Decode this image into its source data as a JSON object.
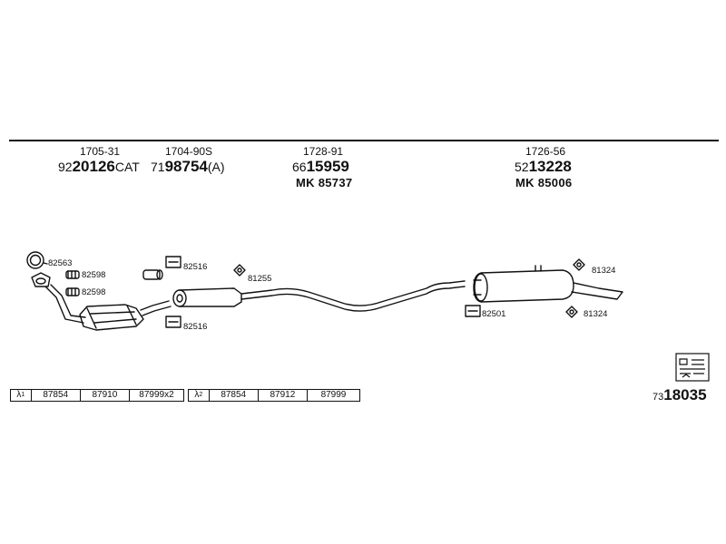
{
  "parts": [
    {
      "number": "1705-31",
      "code_prefix": "92",
      "code_main": "20126",
      "code_suffix": "CAT",
      "mk": ""
    },
    {
      "number": "1704-90S",
      "code_prefix": "71",
      "code_main": "98754",
      "code_suffix": "(A)",
      "mk": ""
    },
    {
      "number": "1728-91",
      "code_prefix": "66",
      "code_main": "15959",
      "code_suffix": "",
      "mk": "MK  85737"
    },
    {
      "number": "1726-56",
      "code_prefix": "52",
      "code_main": "13228",
      "code_suffix": "",
      "mk": "MK  85006"
    }
  ],
  "fittings": [
    "82563",
    "82598",
    "82598",
    "82516",
    "82516",
    "81255",
    "82501",
    "81324",
    "81324"
  ],
  "lambda_strips": [
    {
      "symbol": "λ",
      "index": "1",
      "codes": [
        "87854",
        "87910",
        "87999x2"
      ]
    },
    {
      "symbol": "λ",
      "index": "2",
      "codes": [
        "87854",
        "87912",
        "87999"
      ]
    }
  ],
  "total_code": {
    "prefix": "73",
    "main": "18035"
  },
  "colors": {
    "ink": "#111111",
    "background": "#ffffff"
  }
}
